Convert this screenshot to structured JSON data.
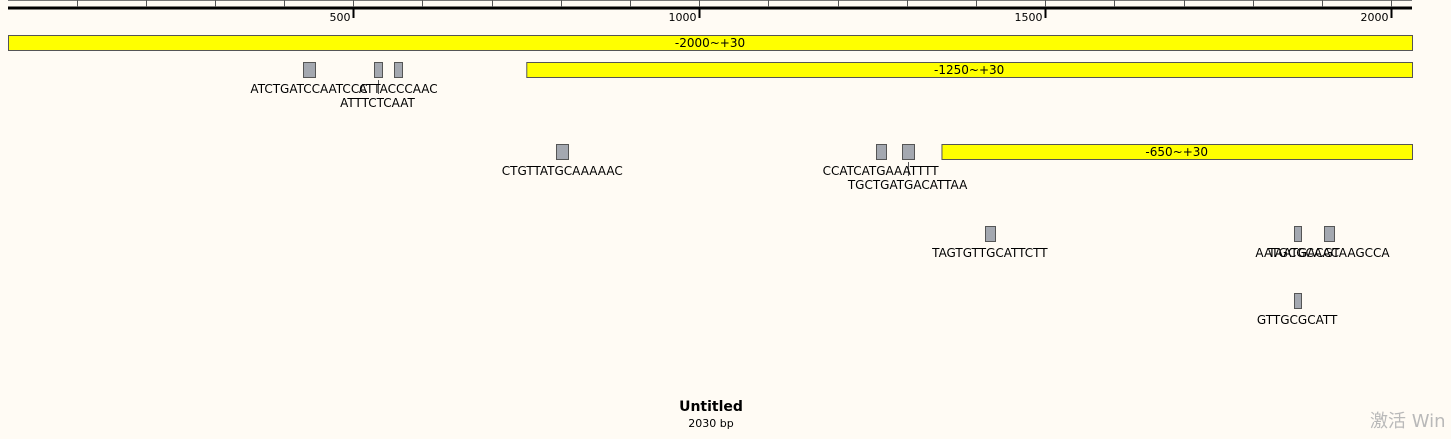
{
  "ruler": {
    "ticks": [
      {
        "value": 500,
        "label": "500"
      },
      {
        "value": 1000,
        "label": "1000"
      },
      {
        "value": 1500,
        "label": "1500"
      },
      {
        "value": 2000,
        "label": "2000"
      }
    ]
  },
  "regions": [
    {
      "label": "-2000~+30",
      "start": 1,
      "end": 2030,
      "row": 0
    },
    {
      "label": "-1250~+30",
      "start": 750,
      "end": 2030,
      "row": 1
    },
    {
      "label": "-650~+30",
      "start": 1350,
      "end": 2030,
      "row": 2
    }
  ],
  "sites": [
    {
      "label": "ATCTGATCCAATCCC",
      "pos": 436,
      "w": 12,
      "row": 1,
      "level": 0
    },
    {
      "label": "ATTTCTCAAT",
      "pos": 535,
      "w": 8,
      "row": 1,
      "level": 1
    },
    {
      "label": "ATTACCCAAC",
      "pos": 565,
      "w": 8,
      "row": 1,
      "level": 0
    },
    {
      "label": "CTGTTATGCAAAAAC",
      "pos": 802,
      "w": 12,
      "row": 2,
      "level": 0
    },
    {
      "label": "CCATCATGAAATTTT",
      "pos": 1262,
      "w": 10,
      "row": 2,
      "level": 0
    },
    {
      "label": "TGCTGATGACATTAA",
      "pos": 1301,
      "w": 12,
      "row": 2,
      "level": 1
    },
    {
      "label": "TAGTGTTGCATTCTT",
      "pos": 1420,
      "w": 10,
      "row": 3,
      "level": 0
    },
    {
      "label": "AATGCGCAAC",
      "pos": 1864,
      "w": 7,
      "row": 3,
      "level": 0
    },
    {
      "label": "TAATGACGTAAGCCA",
      "pos": 1910,
      "w": 10,
      "row": 3,
      "level": 0
    },
    {
      "label": "GTTGCGCATT",
      "pos": 1864,
      "w": 7,
      "row": 4,
      "level": 0
    }
  ],
  "sequence": {
    "name": "Untitled",
    "length_label": "2030 bp",
    "length": 2030
  },
  "watermark": "激活 Win",
  "colors": {
    "region_fill": "#ffff00",
    "site_fill": "#a4a8b0",
    "background": "#fffbf4"
  }
}
